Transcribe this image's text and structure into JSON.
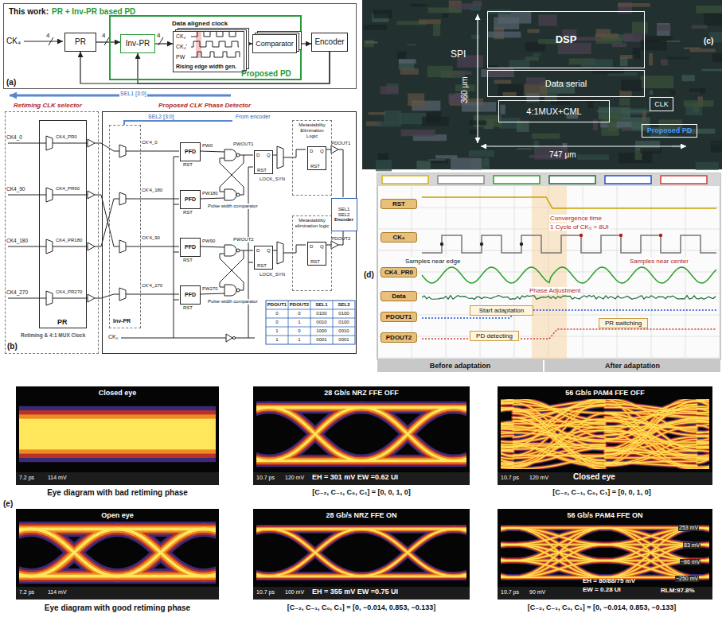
{
  "diagram": {
    "nodes": [
      {
        "text": [
          "This work:",
          "PR + Inv-PR based PD"
        ]
      },
      {
        "text": [
          "PR"
        ],
        "in": 0
      },
      {
        "text": [
          "Proposed PD"
        ],
        "in": 0
      },
      {
        "text": [
          "Inv-PR"
        ],
        "in": 2
      },
      {
        "text": [
          "Data aligned clock",
          "CK₀",
          "CK₄′",
          "PW",
          "Rising edge width gen."
        ],
        "in": 2
      },
      {
        "text": [
          "Comparator"
        ],
        "in": 2
      },
      {
        "text": [
          "Encoder"
        ],
        "in": 0
      },
      {
        "text": [
          "Retiming CLK selector"
        ]
      },
      {
        "text": [
          "PR"
        ],
        "in": 7
      },
      {
        "text": [
          "Proposed CLK Phase Detector"
        ]
      },
      {
        "text": [
          "Inv-PR"
        ],
        "in": 9
      },
      {
        "text": [
          "PFD"
        ],
        "in": 9
      },
      {
        "text": [
          "PFD"
        ],
        "in": 9
      },
      {
        "text": [
          "PFD"
        ],
        "in": 9
      },
      {
        "text": [
          "PFD"
        ],
        "in": 9
      },
      {
        "text": [
          "D",
          "Q",
          "RST"
        ],
        "in": 9
      },
      {
        "text": [
          "Metastability Elimination Logic"
        ],
        "in": 9
      },
      {
        "text": [
          "D",
          "Q",
          "RST"
        ],
        "in": 16
      },
      {
        "text": [
          "D",
          "Q",
          "RST"
        ],
        "in": 9
      },
      {
        "text": [
          "Metastability elimination logic"
        ],
        "in": 9
      },
      {
        "text": [
          "D",
          "Q",
          "RST"
        ],
        "in": 19
      },
      {
        "text": [
          "SEL1",
          "SEL2",
          "Encoder"
        ],
        "in": 9
      },
      {
        "text": [
          "DSP"
        ]
      },
      {
        "text": [
          "Data serial"
        ]
      },
      {
        "text": [
          "CLK"
        ]
      },
      {
        "text": [
          "4:1MUX+CML"
        ]
      },
      {
        "text": [
          "Proposed PD"
        ]
      },
      {
        "text": [
          "RST"
        ]
      },
      {
        "text": [
          "CK₀"
        ]
      },
      {
        "text": [
          "CK4_PR0"
        ]
      },
      {
        "text": [
          "Data"
        ]
      },
      {
        "text": [
          "PDOUT1"
        ]
      },
      {
        "text": [
          "PDOUT2"
        ]
      },
      {
        "text": [
          "Start adaptation"
        ]
      },
      {
        "text": [
          "PD detecting"
        ]
      },
      {
        "text": [
          "PR switching"
        ]
      },
      {
        "text": [
          "Before adaptation"
        ]
      },
      {
        "text": [
          "After adaptation"
        ]
      }
    ],
    "edges": [
      {
        "from": 1,
        "to": 3,
        "arrow": "to"
      },
      {
        "from": 3,
        "to": 4,
        "arrow": "to"
      },
      {
        "from": 4,
        "to": 5,
        "arrow": "to"
      },
      {
        "from": 5,
        "to": 6,
        "arrow": "to"
      },
      {
        "from": 6,
        "to": 1,
        "arrow": "to"
      },
      {
        "from": 6,
        "to": 3,
        "arrow": "to"
      }
    ],
    "labels": [
      "CK₄",
      "4",
      "4",
      "4",
      "(a)",
      "SEL1 [3:0]",
      "SEL2 [3:0]",
      "From encoder",
      "CK4_0",
      "CK4_90",
      "CK4_180",
      "CK4_270",
      "CK4_PR0",
      "CK4_PR90",
      "CK4_PR180",
      "CK4_PR270",
      "Retiming & 4:1 MUX Clock",
      "(b)",
      "CK'4_0",
      "CK'4_180",
      "CK'4_90",
      "CK'4_270",
      "RST",
      "RST",
      "RST",
      "RST",
      "PW0",
      "PW180",
      "PW90",
      "PW270",
      "Pulse width comparator",
      "Pulse width comparator",
      "PWOUT1",
      "PWOUT2",
      "LOCK_SYN",
      "LOCK_SYN",
      "PDOUT1",
      "PDOUT2",
      "CK₀",
      "PDOUT1",
      "PDOUT2",
      "SEL1",
      "SEL2",
      "0",
      "0",
      "0100",
      "0100",
      "0",
      "1",
      "0010",
      "0100",
      "1",
      "0",
      "1000",
      "0010",
      "1",
      "1",
      "0001",
      "0001",
      "SPI",
      "360 μm",
      "747 μm",
      "(c)",
      "Convergence time",
      "1 Cycle of CK₀ = 8UI",
      "Samples near edge",
      "Samples near center",
      "Phase Adjustment",
      "(d)",
      "Closed eye",
      "7.2 ps",
      "114 mV",
      "Eye diagram with bad retiming phase",
      "28 Gb/s NRZ FFE OFF",
      "10.7 ps",
      "120 mV",
      "EH = 301 mV EW =0.62 UI",
      "[C₋₂, C₋₁, C₀, C₁] = [0, 0, 1, 0]",
      "56 Gb/s PAM4 FFE OFF",
      "10.7 ps",
      "120 mV",
      "Closed eye",
      "[C₋₂, C₋₁, C₀, C₁] = [0, 0, 1, 0]",
      "(e)",
      "Open eye",
      "7.2 ps",
      "114 mV",
      "Eye diagram with good retiming phase",
      "28 Gb/s NRZ FFE ON",
      "10.7 ps",
      "100 mV",
      "EH = 355 mV EW =0.75 UI",
      "[C₋₂, C₋₁, C₀, C₁] = [0, −0.014, 0.853, −0.133]",
      "56 Gb/s PAM4 FFE ON",
      "253 mV",
      "83 mV",
      "−86 mV",
      "−250 mV",
      "EH = 80/88/75 mV",
      "EW = 0.28 UI",
      "RLM:97.8%",
      "10.7 ps",
      "90 mV",
      "[C₋₂, C₋₁, C₀, C₁] = [0, −0.014, 0.853, −0.133]"
    ]
  }
}
